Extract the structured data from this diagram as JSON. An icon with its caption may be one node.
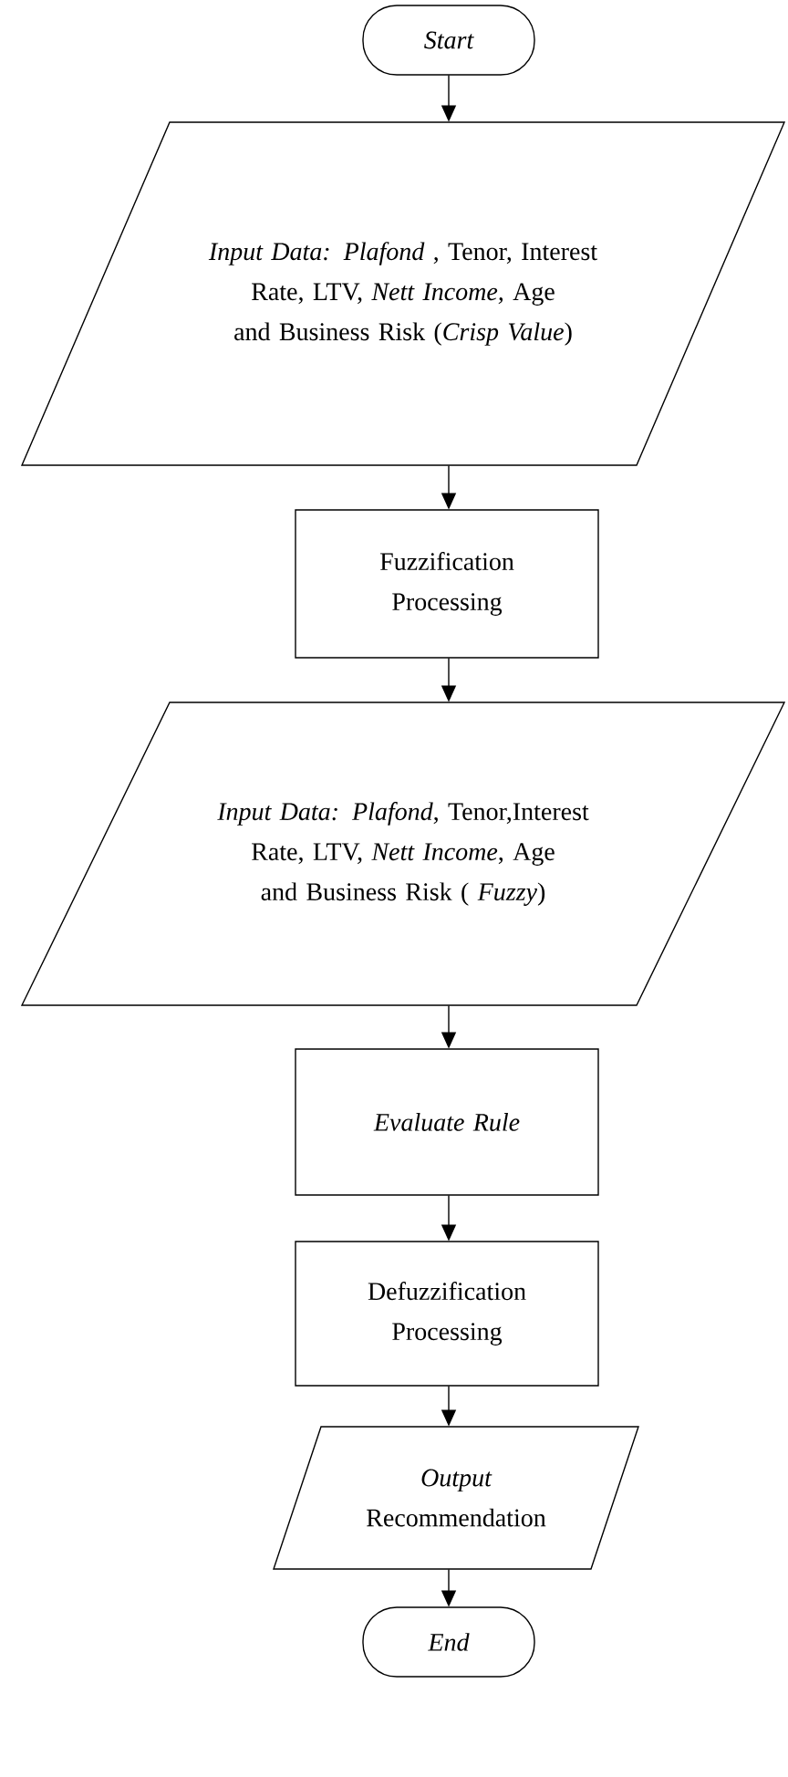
{
  "diagram": {
    "nodes": [
      {
        "text": [
          "Start"
        ]
      },
      {
        "text": [
          "*Input Data: Plafond* , Tenor, Interest Rate, LTV, *Nett Income,* Age and Business Risk (*Crisp Value*)"
        ]
      },
      {
        "text": [
          "Fuzzification Processing"
        ]
      },
      {
        "text": [
          "*Input Data: Plafond*, Tenor,Interest Rate, LTV, *Nett Income*, Age and Business Risk ( *Fuzzy*)"
        ]
      },
      {
        "text": [
          "Evaluate Rule"
        ]
      },
      {
        "text": [
          "Defuzzification Processing"
        ]
      },
      {
        "text": [
          "*Output* Recommendation"
        ]
      },
      {
        "text": [
          "End"
        ]
      }
    ],
    "edges": [
      {
        "from": 0,
        "to": 1,
        "arrow": "to"
      },
      {
        "from": 1,
        "to": 2,
        "arrow": "to"
      },
      {
        "from": 2,
        "to": 3,
        "arrow": "to"
      },
      {
        "from": 3,
        "to": 4,
        "arrow": "to"
      },
      {
        "from": 4,
        "to": 5,
        "arrow": "to"
      },
      {
        "from": 5,
        "to": 6,
        "arrow": "to"
      },
      {
        "from": 6,
        "to": 7,
        "arrow": "to"
      }
    ]
  }
}
